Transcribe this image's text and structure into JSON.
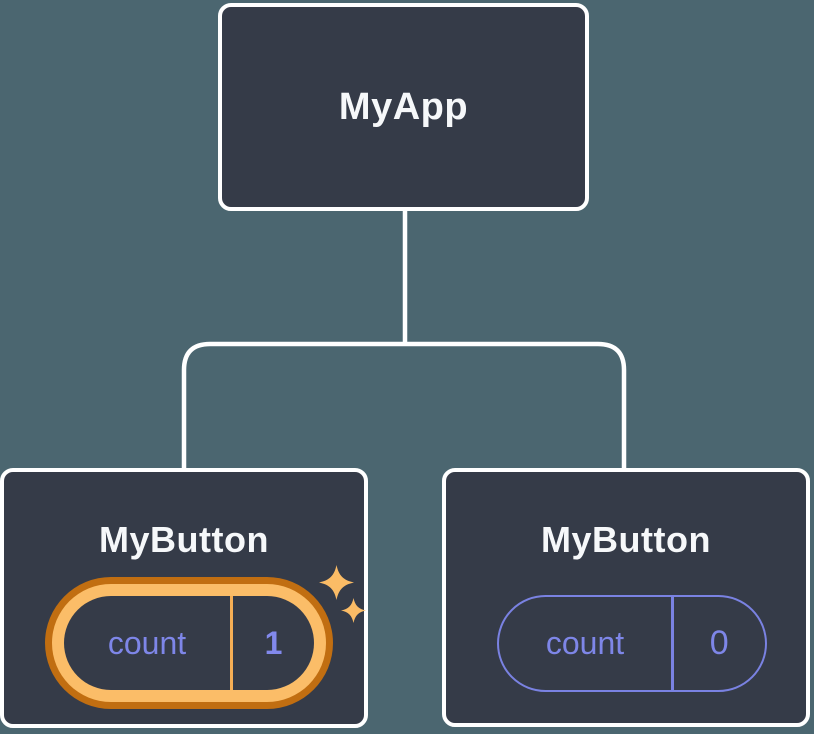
{
  "diagram": {
    "type": "component-tree",
    "colors": {
      "background": "#4B6670",
      "node_fill": "#353B48",
      "node_border": "#FFFFFF",
      "connector": "#FFFFFF",
      "state_purple": "#7E86E8",
      "highlight_gold": "#FBBD68",
      "highlight_dark_orange": "#C16E11",
      "sparkle_gold": "#FBBC66"
    },
    "root": {
      "label": "MyApp"
    },
    "children": [
      {
        "label": "MyButton",
        "state": {
          "name": "count",
          "value": "1"
        },
        "highlighted": true
      },
      {
        "label": "MyButton",
        "state": {
          "name": "count",
          "value": "0"
        },
        "highlighted": false
      }
    ]
  }
}
